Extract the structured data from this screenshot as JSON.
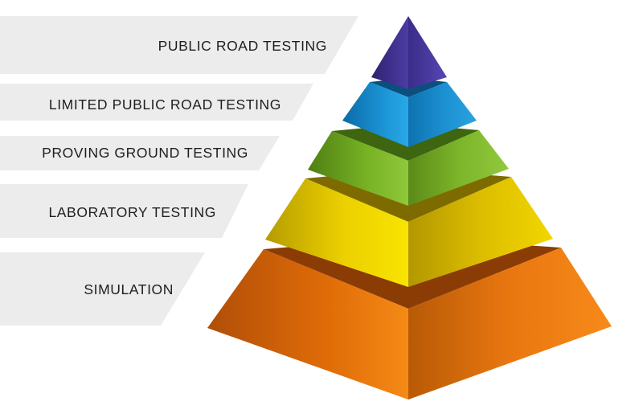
{
  "tiers": [
    {
      "id": "public",
      "label": "PUBLIC ROAD TESTING",
      "color": "#4a3aa0"
    },
    {
      "id": "limited",
      "label": "LIMITED PUBLIC ROAD TESTING",
      "color": "#1b95d6"
    },
    {
      "id": "proving",
      "label": "PROVING GROUND TESTING",
      "color": "#7ab82a"
    },
    {
      "id": "lab",
      "label": "LABORATORY TESTING",
      "color": "#f2d200"
    },
    {
      "id": "sim",
      "label": "SIMULATION",
      "color": "#f07a0c"
    }
  ],
  "colors": {
    "band": "#ececec"
  }
}
